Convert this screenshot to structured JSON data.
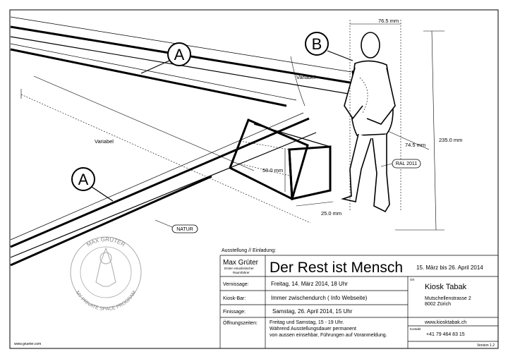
{
  "labels": {
    "a_top": "A",
    "a_bottom": "A",
    "b": "B"
  },
  "dimensions": {
    "variabel_angle": "Variabel",
    "variabel_length": "Variabel",
    "beam_height": "50.0 mm",
    "beam_width": "25.0 mm",
    "figure_width": "76.5 mm",
    "figure_depth": "74.5 mm",
    "figure_height": "235.0 mm"
  },
  "tags": {
    "ral": "RAL 2011",
    "natur": "NATUR"
  },
  "seal": {
    "top_text": "MAX GRÜTER",
    "bottom_text": "MY PRIVATE SPACE PROGRAM"
  },
  "title_block": {
    "heading": "Ausstellung // Einladung:",
    "artist_name": "Max Grüter",
    "artist_sub1": "Erster entuslistischer",
    "artist_sub2": "Raumfahrer",
    "title": "Der Rest ist Mensch",
    "dates": "15. März bis 26. April 2014",
    "rows": [
      {
        "label": "Vernissage:",
        "value": "Freitag, 14. März 2014, 18 Uhr"
      },
      {
        "label": "Kiosk-Bar:",
        "value": "Immer zwischendurch ( Info Webseite)"
      },
      {
        "label": "Finissage:",
        "value": "Samstag, 26. April 2014, 15 Uhr"
      }
    ],
    "hours_label": "Öffnungszeiten:",
    "hours_lines": [
      "Freitag und Samstag, 15 - 19 Uhr.",
      "Während Ausstellungsdauer permanent",
      "von aussen einsehbar, Führungen auf Voranmeldung."
    ],
    "ort_label": "Ort",
    "venue_name": "Kiosk Tabak",
    "venue_street": "Mutschellenstrasse 2",
    "venue_city": "8002 Zürich",
    "website": "www.kiosktabak.ch",
    "kontakt_label": "Kontakt",
    "phone": "+41 79 464 83 15",
    "version": "Version 1.2"
  },
  "footer_url": "www.grueter.com"
}
